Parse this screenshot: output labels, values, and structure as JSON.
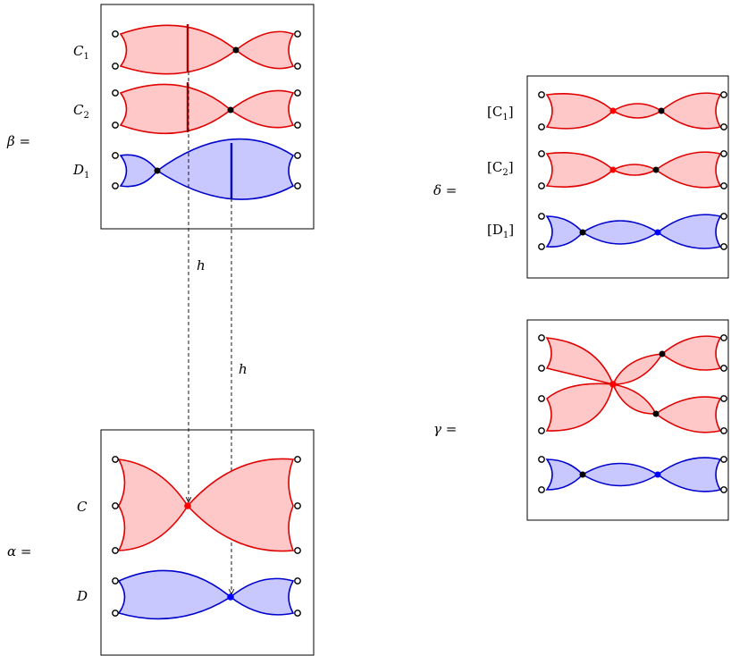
{
  "labels": {
    "beta": "β =",
    "alpha": "α =",
    "delta": "δ =",
    "gamma": "γ =",
    "h": "h",
    "C1": "C",
    "C1_sub": "1",
    "C2": "C",
    "C2_sub": "2",
    "D1": "D",
    "D1_sub": "1",
    "C": "C",
    "D": "D",
    "bC1": "[C",
    "bC1_sub": "1",
    "bC1_close": "]",
    "bC2": "[C",
    "bC2_sub": "2",
    "bC2_close": "]",
    "bD1": "[D",
    "bD1_sub": "1",
    "bD1_close": "]"
  },
  "colors": {
    "red_stroke": "#e00000",
    "red_fill": "#ffc8c8",
    "blue_stroke": "#0000cc",
    "blue_fill": "#c8c8ff",
    "red_node": "#ff0000",
    "blue_node": "#0000ff"
  }
}
